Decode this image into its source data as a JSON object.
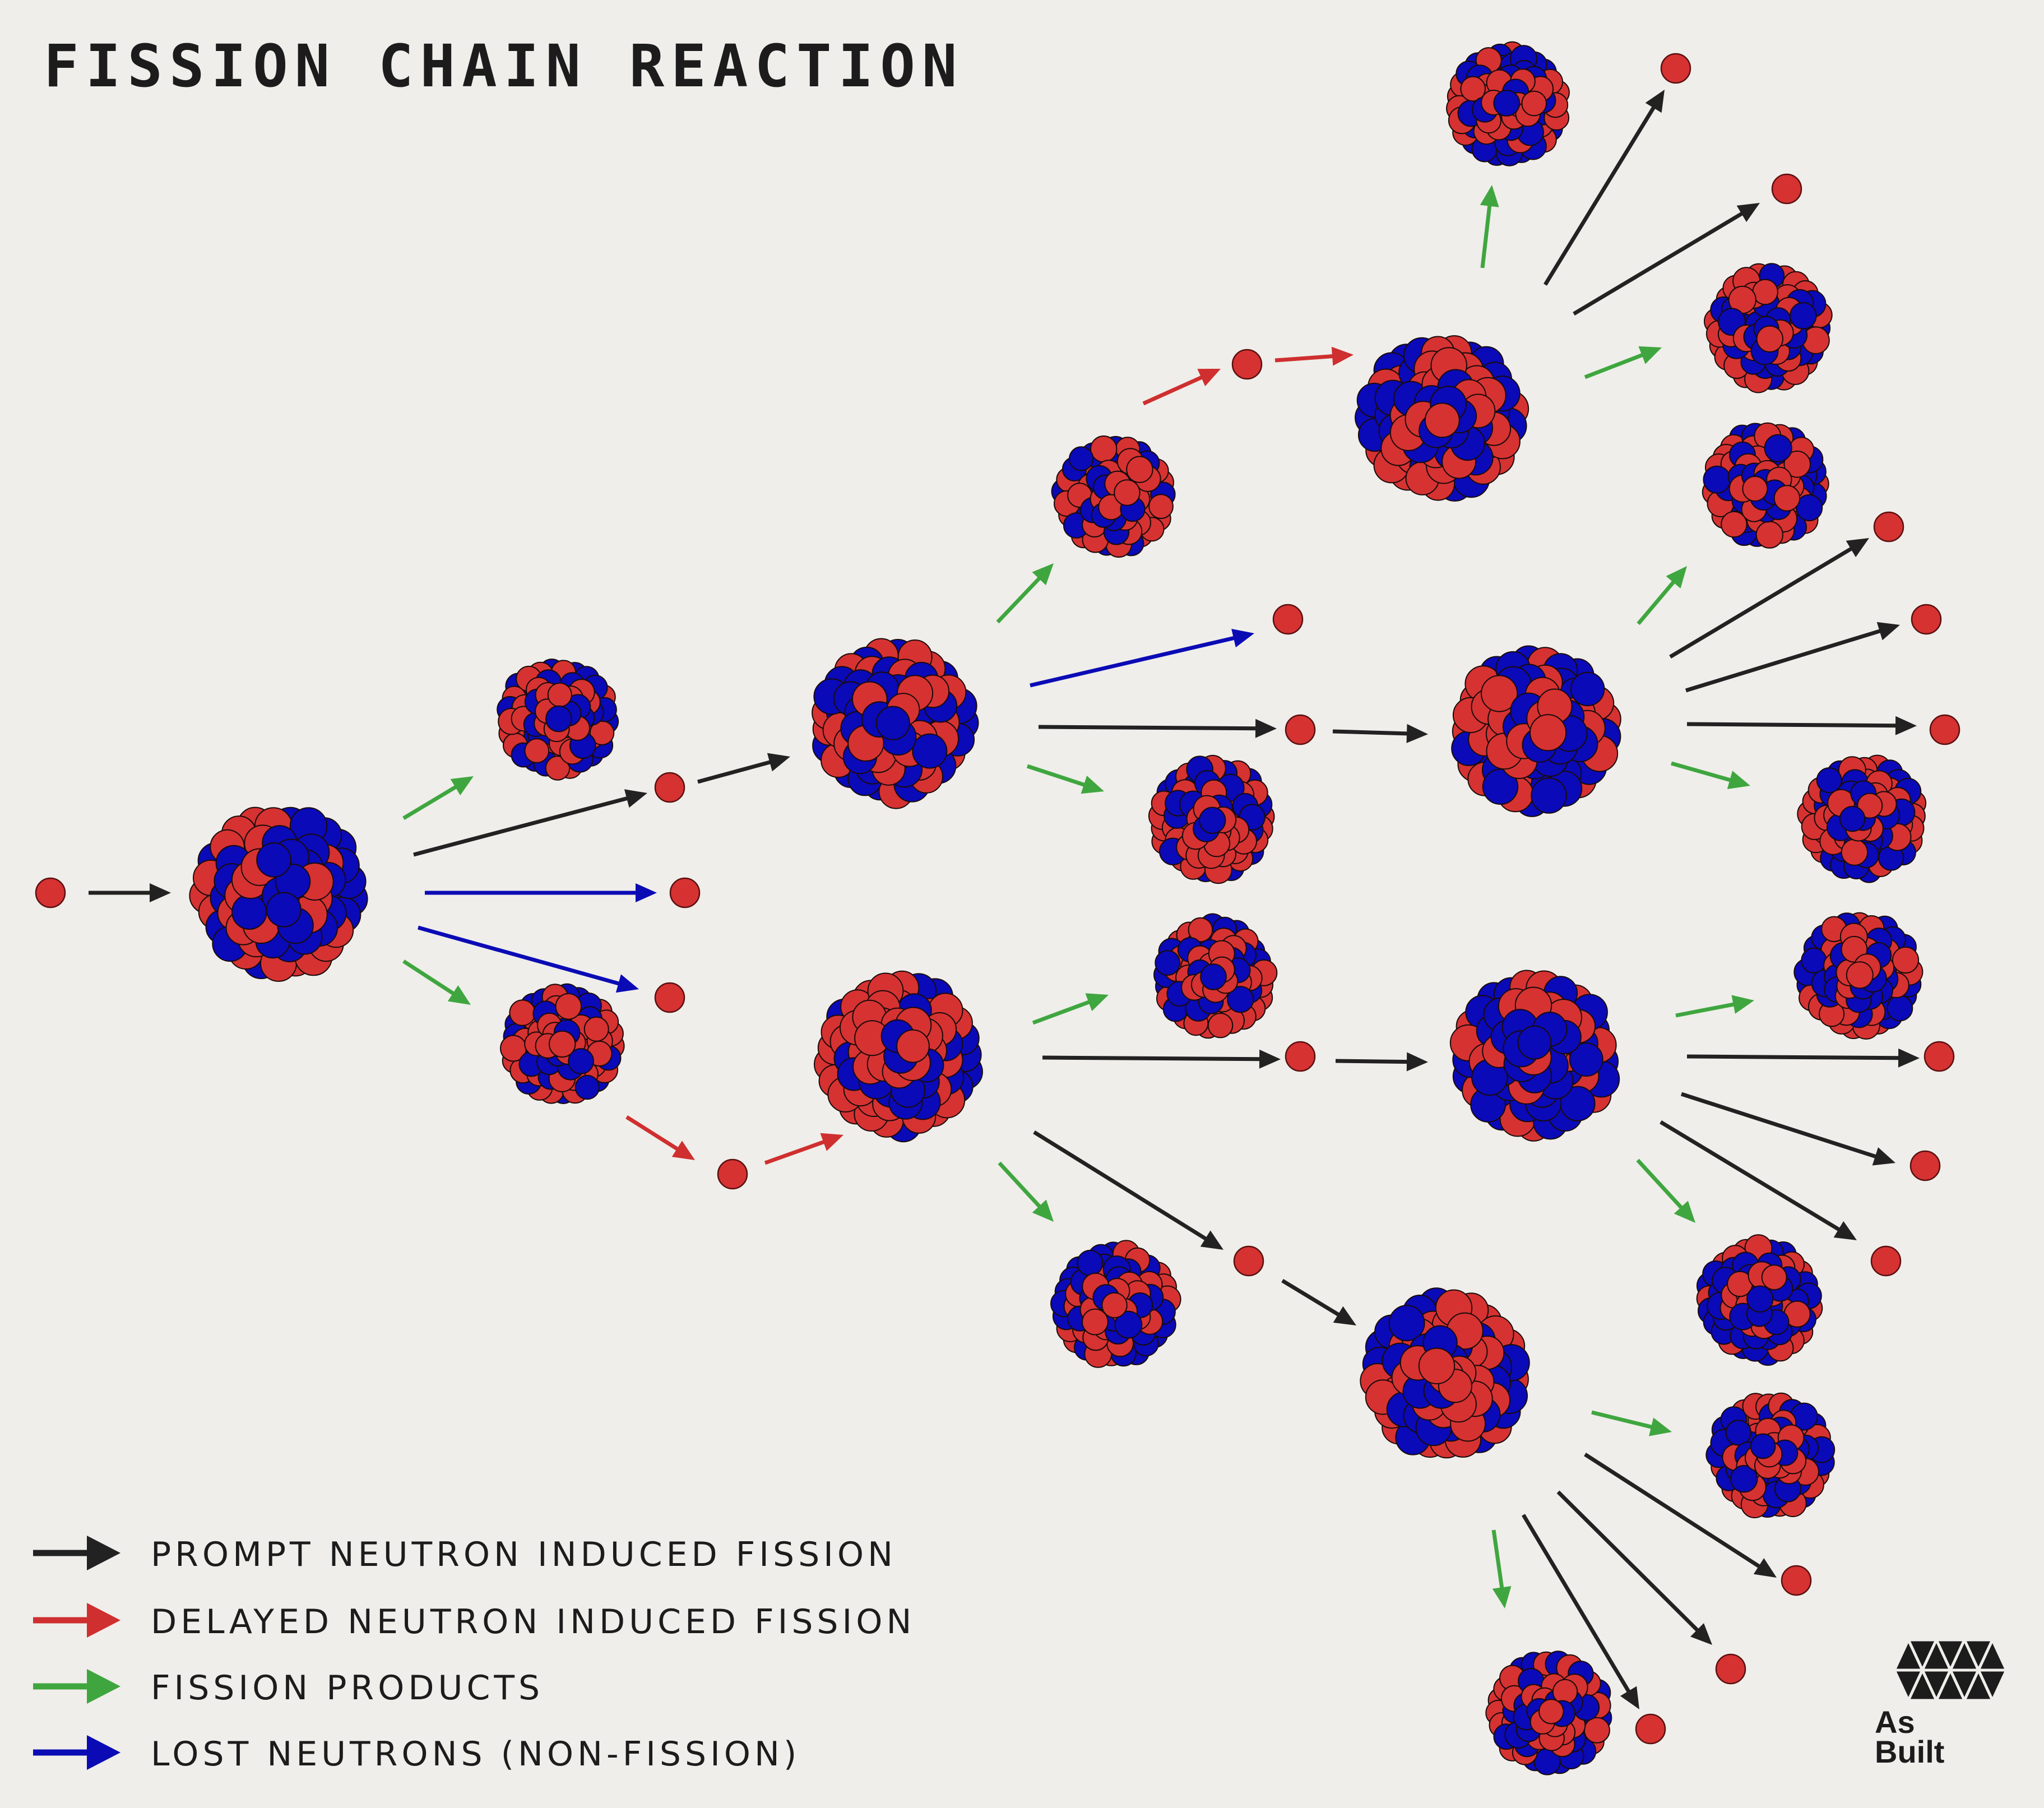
{
  "title": "FISSION CHAIN REACTION",
  "colors": {
    "background": "#efeeea",
    "prompt": "#222222",
    "delayed": "#cf2f2f",
    "products": "#3fa63f",
    "lost": "#0b0bb5",
    "proton": "#d63232",
    "neutron_ball": "#0a0ab8",
    "text": "#1c1c1c"
  },
  "legend": [
    {
      "key": "prompt",
      "label": "PROMPT NEUTRON INDUCED FISSION"
    },
    {
      "key": "delayed",
      "label": "DELAYED NEUTRON INDUCED FISSION"
    },
    {
      "key": "products",
      "label": "FISSION PRODUCTS"
    },
    {
      "key": "lost",
      "label": "LOST NEUTRONS (NON-FISSION)"
    }
  ],
  "logo": {
    "line1": "As",
    "line2": "Built",
    "icon": "hexagon-triangle-logo-icon"
  }
}
